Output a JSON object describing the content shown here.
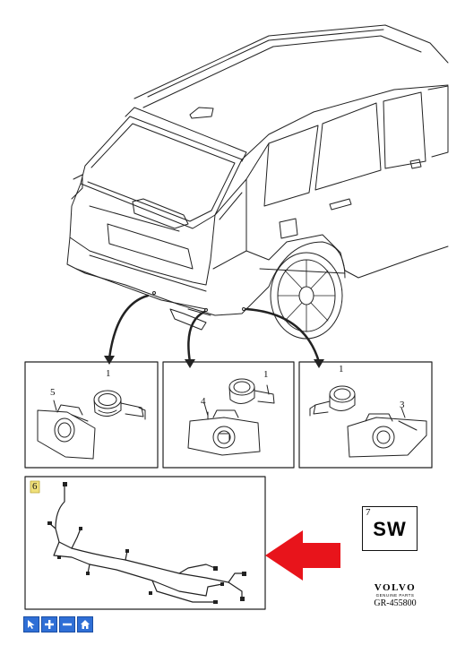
{
  "diagram": {
    "callouts": {
      "p1_sensor": "1",
      "p1_bracket": "5",
      "p2_sensor": "1",
      "p2_bracket": "4",
      "p3_sensor": "1",
      "p3_bracket": "3",
      "harness": "6",
      "software": "7"
    },
    "software_label": "SW",
    "brand": {
      "logo": "VOLVO",
      "tagline": "GENUINE PARTS",
      "reference": "GR-455800"
    },
    "colors": {
      "line": "#222222",
      "arrow": "#e8141b",
      "highlight_box": "#f0e07a",
      "toolbar": "#2f6fd6"
    }
  },
  "toolbar": {
    "buttons": [
      {
        "name": "select",
        "icon": "cursor-icon"
      },
      {
        "name": "zoom-in",
        "icon": "plus-icon"
      },
      {
        "name": "zoom-out",
        "icon": "minus-icon"
      },
      {
        "name": "home",
        "icon": "home-icon"
      }
    ]
  }
}
